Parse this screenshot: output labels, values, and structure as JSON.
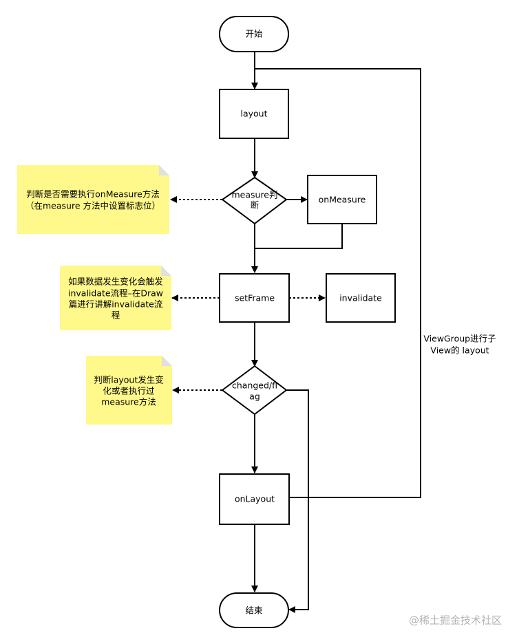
{
  "nodes": {
    "start": {
      "label": "开始"
    },
    "layout": {
      "label": "layout"
    },
    "measure_decision": {
      "lines": [
        "measure判",
        "断"
      ]
    },
    "on_measure": {
      "label": "onMeasure"
    },
    "set_frame": {
      "label": "setFrame"
    },
    "invalidate": {
      "label": "invalidate"
    },
    "changed_decision": {
      "lines": [
        "changed/fl",
        "ag"
      ]
    },
    "on_layout": {
      "label": "onLayout"
    },
    "end": {
      "label": "结束"
    }
  },
  "notes": {
    "measure_note": {
      "lines": [
        "判断是否需要执行onMeasure方法",
        "（在measure 方法中设置标志位）"
      ]
    },
    "invalidate_note": {
      "lines": [
        "如果数据发生变化会触发",
        "invalidate流程–在Draw",
        "篇进行讲解invalidate流",
        "程"
      ]
    },
    "layout_note": {
      "lines": [
        "判断layout发生变",
        "化或者执行过",
        "measure方法"
      ]
    }
  },
  "side_label": {
    "lines": [
      "ViewGroup进行子",
      "View的 layout"
    ]
  },
  "watermark": "@稀土掘金技术社区"
}
